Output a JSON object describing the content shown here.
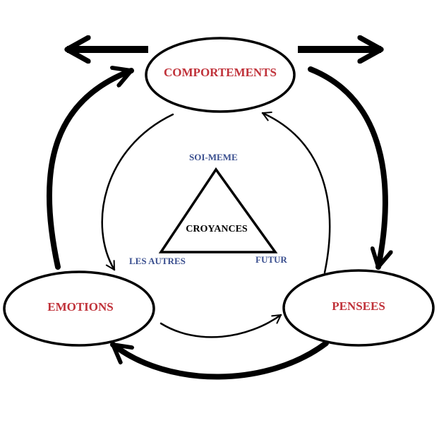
{
  "colors": {
    "node_text": "#c0323a",
    "corner_text": "#3a4f8f",
    "center_text": "#000000",
    "stroke": "#000000"
  },
  "nodes": {
    "comportements": "COMPORTEMENTS",
    "emotions": "EMOTIONS",
    "pensees": "PENSEES"
  },
  "triangle": {
    "center": "CROYANCES",
    "top": "SOI-MEME",
    "left": "LES AUTRES",
    "right": "FUTUR"
  }
}
